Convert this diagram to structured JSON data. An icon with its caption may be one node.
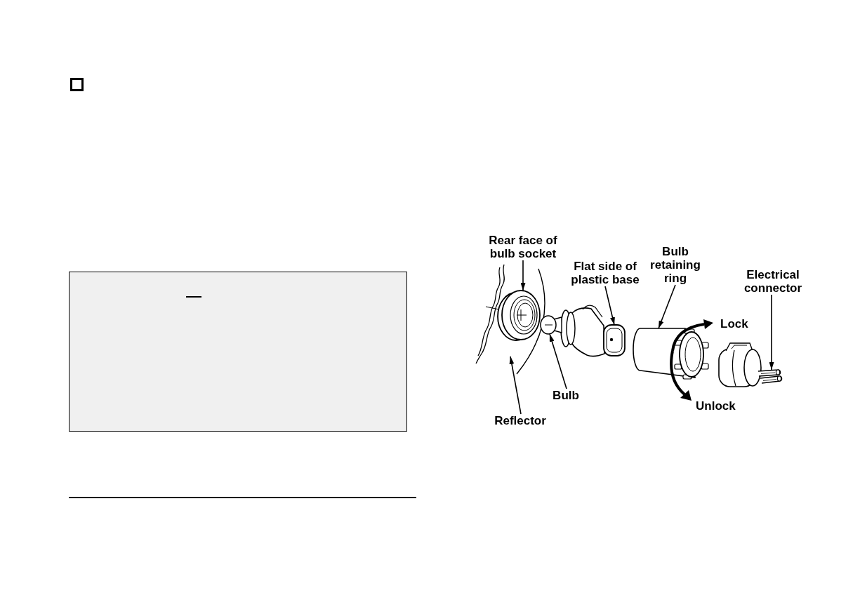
{
  "diagram": {
    "nodes": [
      {
        "text": [],
        "shape": "box"
      },
      {
        "text": [],
        "shape": "box"
      },
      {
        "text": [
          "Rear face of bulb socket"
        ]
      },
      {
        "text": [
          "Flat side of plastic base"
        ]
      },
      {
        "text": [
          "Bulb retaining ring"
        ]
      },
      {
        "text": [
          "Electrical connector"
        ]
      },
      {
        "text": [
          "Bulb"
        ]
      },
      {
        "text": [
          "Reflector"
        ]
      },
      {
        "text": [],
        "shape": "picture"
      },
      {
        "text": [],
        "shape": "picture",
        "in": 8
      },
      {
        "text": [],
        "shape": "picture"
      },
      {
        "text": [],
        "shape": "picture"
      },
      {
        "text": [],
        "shape": "picture"
      },
      {
        "text": [],
        "shape": "picture"
      }
    ],
    "edges": [
      {
        "from": 2,
        "to": 9,
        "arrow": "to"
      },
      {
        "from": 3,
        "to": 11,
        "arrow": "to"
      },
      {
        "from": 4,
        "to": 12,
        "arrow": "to"
      },
      {
        "from": 5,
        "to": 13,
        "arrow": "to"
      },
      {
        "from": 6,
        "to": 10,
        "arrow": "to"
      },
      {
        "from": 7,
        "to": 8,
        "arrow": "to"
      }
    ],
    "labels": [
      "Lock",
      "Unlock"
    ]
  }
}
